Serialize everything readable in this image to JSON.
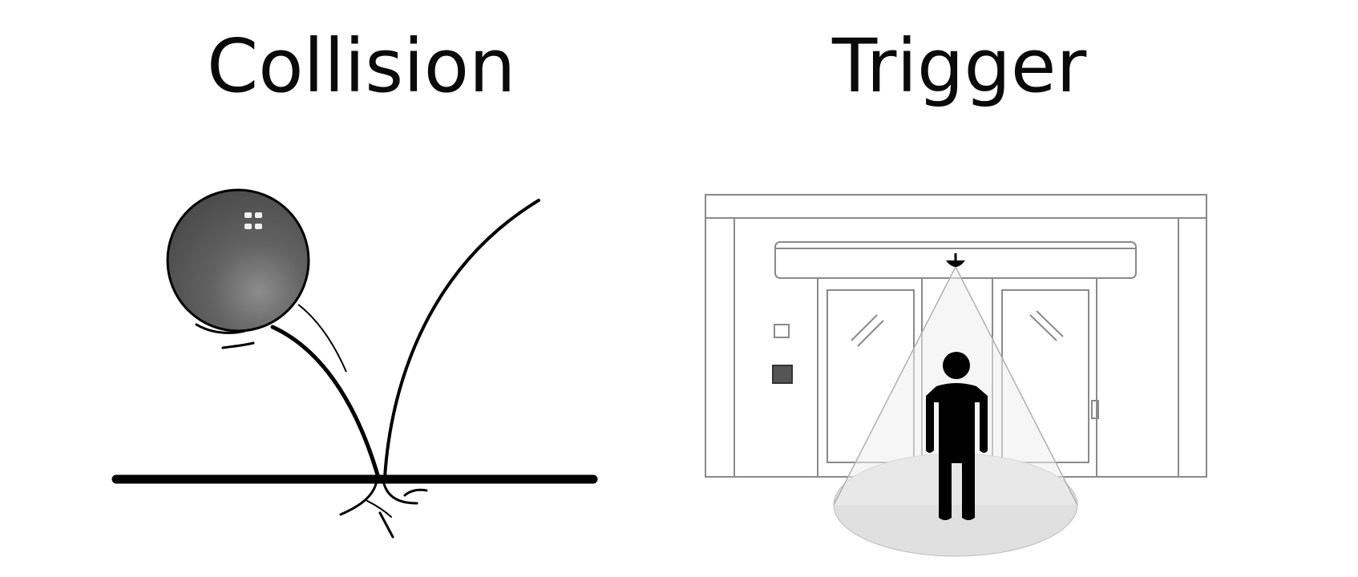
{
  "panels": [
    {
      "title": "Collision",
      "illustration": "bouncing-ball"
    },
    {
      "title": "Trigger",
      "illustration": "automatic-sliding-door-with-person"
    }
  ],
  "colors": {
    "ball": "#555555",
    "ground": "#000000",
    "sensor_cone": "#dddddd",
    "person": "#000000",
    "door_lines": "#8a8a8a"
  }
}
